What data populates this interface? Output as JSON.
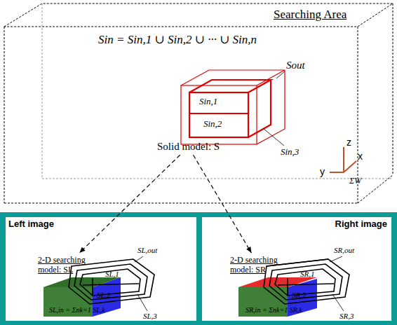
{
  "diagram": {
    "nodes": [
      {
        "text": [
          "Searching Area"
        ]
      },
      {
        "text": [
          "Solid model: S"
        ],
        "in": 0
      },
      {
        "text": [
          "Left image"
        ]
      },
      {
        "text": [
          "2-D searching model: SL"
        ],
        "in": 2
      },
      {
        "text": [
          "Right image"
        ]
      },
      {
        "text": [
          "2-D searching model: SR"
        ],
        "in": 4
      }
    ],
    "edges": [
      {
        "from": 1,
        "to": 3,
        "arrow": "to"
      },
      {
        "from": 1,
        "to": 5,
        "arrow": "to"
      }
    ],
    "labels": [
      "Sin = Sin,1 ∪ Sin,2 ∪ ··· ∪ Sin,n",
      "Sout",
      "Sin,1",
      "Sin,2",
      "Sin,3",
      "z",
      "x",
      "y",
      "ΣW",
      "SL,out",
      "SL,1",
      "SL,2",
      "SL,3",
      "SL,in = Σnk=1 SL,k",
      "SR,out",
      "SR,1",
      "SR,2",
      "SR,3",
      "SR,in = Σnk=1 SR,k"
    ]
  }
}
